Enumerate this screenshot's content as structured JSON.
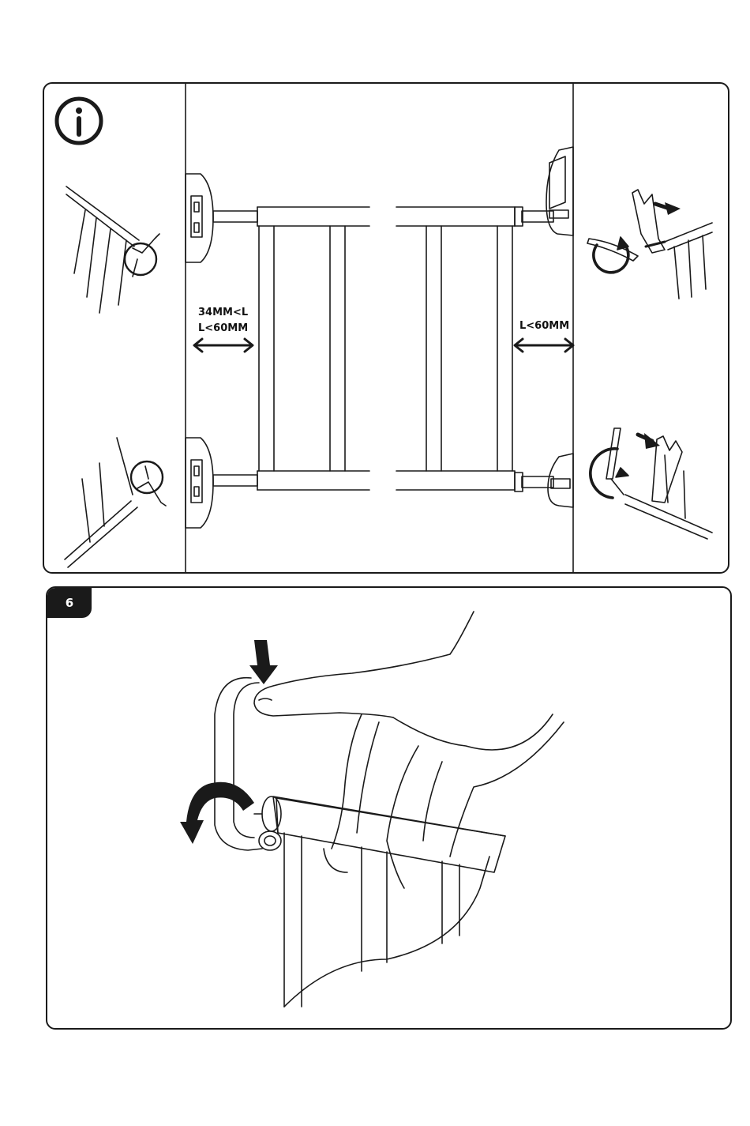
{
  "info_panel": {
    "icon": "info-icon",
    "left_gap_label_line1": "34MM<L",
    "left_gap_label_line2": "L<60MM",
    "right_gap_label": "L<60MM"
  },
  "step_panel": {
    "step_number": "6"
  }
}
